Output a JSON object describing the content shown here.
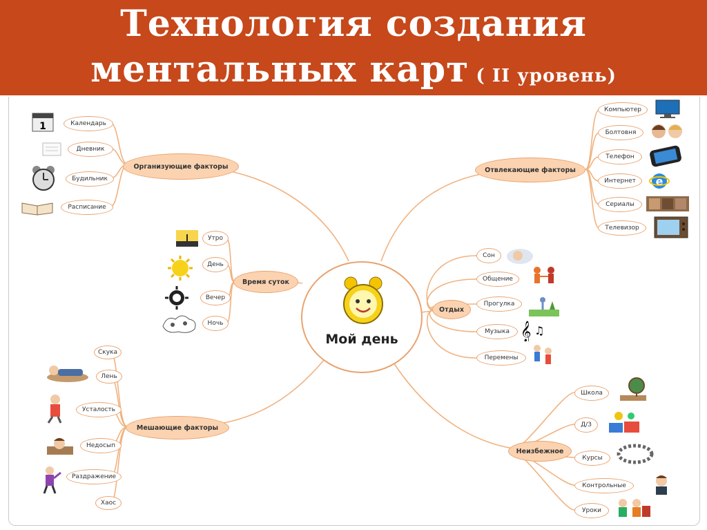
{
  "title": {
    "line1": "Технология создания",
    "line2": "ментальных карт",
    "level": " ( II уровень)"
  },
  "center": {
    "label": "Мой день",
    "icon": "alarm-clock-smiley-icon"
  },
  "branches": {
    "organizing": {
      "label": "Организующие факторы",
      "items": [
        "Календарь",
        "Дневник",
        "Будильник",
        "Расписание"
      ]
    },
    "distracting": {
      "label": "Отвлекающие факторы",
      "items": [
        "Компьютер",
        "Болтовня",
        "Телефон",
        "Интернет",
        "Сериалы",
        "Телевизор"
      ]
    },
    "daytime": {
      "label": "Время суток",
      "items": [
        "Утро",
        "День",
        "Вечер",
        "Ночь"
      ]
    },
    "rest": {
      "label": "Отдых",
      "items": [
        "Сон",
        "Общение",
        "Прогулка",
        "Музыка",
        "Перемены"
      ]
    },
    "hindering": {
      "label": "Мешающие факторы",
      "items": [
        "Скука",
        "Лень",
        "Усталость",
        "Недосып",
        "Раздражение",
        "Хаос"
      ]
    },
    "unavoidable": {
      "label": "Неизбежное",
      "items": [
        "Школа",
        "Д/З",
        "Курсы",
        "Контрольные",
        "Уроки"
      ]
    }
  },
  "colors": {
    "header": "#c6481b",
    "node_fill": "#fbd3b1",
    "node_border": "#e9a36f",
    "line": "#f0b27f"
  }
}
